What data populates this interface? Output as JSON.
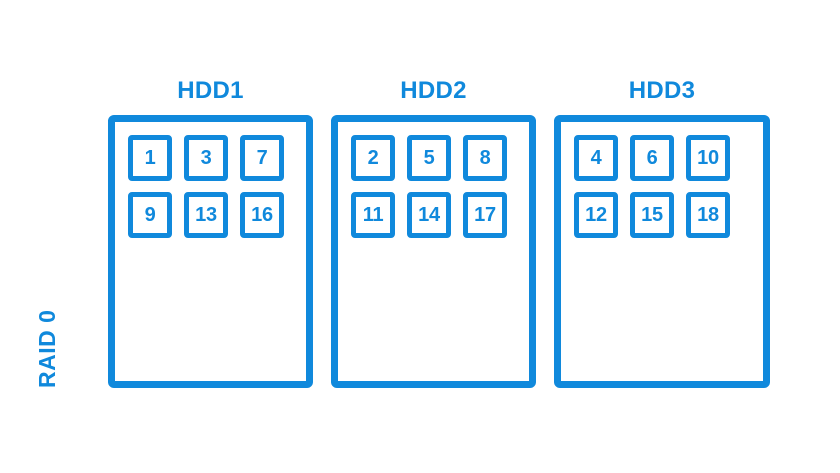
{
  "diagram": {
    "title": "RAID 0",
    "raid_level_label": "RAID 0",
    "accent_color": "#1089dc",
    "background_color": "#ffffff",
    "type": "raid-striping-diagram",
    "disks": [
      {
        "name": "HDD1",
        "blocks": [
          "1",
          "3",
          "7",
          "9",
          "13",
          "16"
        ]
      },
      {
        "name": "HDD2",
        "blocks": [
          "2",
          "5",
          "8",
          "11",
          "14",
          "17"
        ]
      },
      {
        "name": "HDD3",
        "blocks": [
          "4",
          "6",
          "10",
          "12",
          "15",
          "18"
        ]
      }
    ]
  }
}
